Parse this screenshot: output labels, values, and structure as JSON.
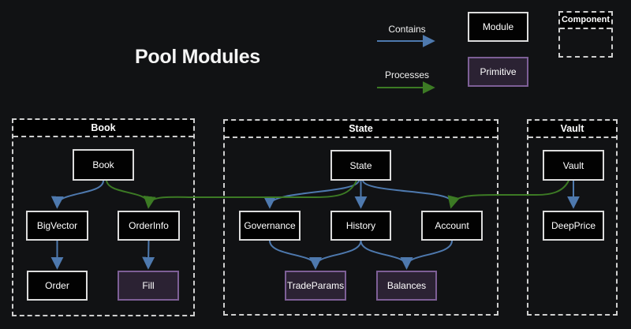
{
  "title": "Pool Modules",
  "legend": {
    "contains": "Contains",
    "processes": "Processes",
    "module": "Module",
    "primitive": "Primitive",
    "component": "Component"
  },
  "colors": {
    "background": "#111214",
    "contains_arrow_blue": "#4e79ae",
    "processes_arrow_green": "#3c7a24",
    "module_fill": "#020202",
    "module_border": "#dcdcdc",
    "primitive_fill": "#2b2233",
    "primitive_border": "#7d5f96",
    "container_dash": "#cfcfcf"
  },
  "containers": [
    {
      "title": "Book",
      "nodes": [
        {
          "label": "Book",
          "type": "module"
        },
        {
          "label": "BigVector",
          "type": "module"
        },
        {
          "label": "OrderInfo",
          "type": "module"
        },
        {
          "label": "Order",
          "type": "module"
        },
        {
          "label": "Fill",
          "type": "primitive"
        }
      ]
    },
    {
      "title": "State",
      "nodes": [
        {
          "label": "State",
          "type": "module"
        },
        {
          "label": "Governance",
          "type": "module"
        },
        {
          "label": "History",
          "type": "module"
        },
        {
          "label": "Account",
          "type": "module"
        },
        {
          "label": "TradeParams",
          "type": "primitive"
        },
        {
          "label": "Balances",
          "type": "primitive"
        }
      ]
    },
    {
      "title": "Vault",
      "nodes": [
        {
          "label": "Vault",
          "type": "module"
        },
        {
          "label": "DeepPrice",
          "type": "module"
        }
      ]
    }
  ],
  "edges": [
    {
      "from": "Book",
      "to": "BigVector",
      "type": "contains"
    },
    {
      "from": "BigVector",
      "to": "Order",
      "type": "contains"
    },
    {
      "from": "OrderInfo",
      "to": "Fill",
      "type": "contains"
    },
    {
      "from": "State",
      "to": "Governance",
      "type": "contains"
    },
    {
      "from": "State",
      "to": "History",
      "type": "contains"
    },
    {
      "from": "State",
      "to": "Account",
      "type": "contains"
    },
    {
      "from": "Governance",
      "to": "TradeParams",
      "type": "contains"
    },
    {
      "from": "History",
      "to": "TradeParams",
      "type": "contains"
    },
    {
      "from": "History",
      "to": "Balances",
      "type": "contains"
    },
    {
      "from": "Account",
      "to": "Balances",
      "type": "contains"
    },
    {
      "from": "Vault",
      "to": "DeepPrice",
      "type": "contains"
    },
    {
      "from": "Book",
      "to": "OrderInfo",
      "type": "processes"
    },
    {
      "from": "State",
      "to": "OrderInfo",
      "type": "processes"
    },
    {
      "from": "Vault",
      "to": "Account",
      "type": "processes"
    }
  ]
}
